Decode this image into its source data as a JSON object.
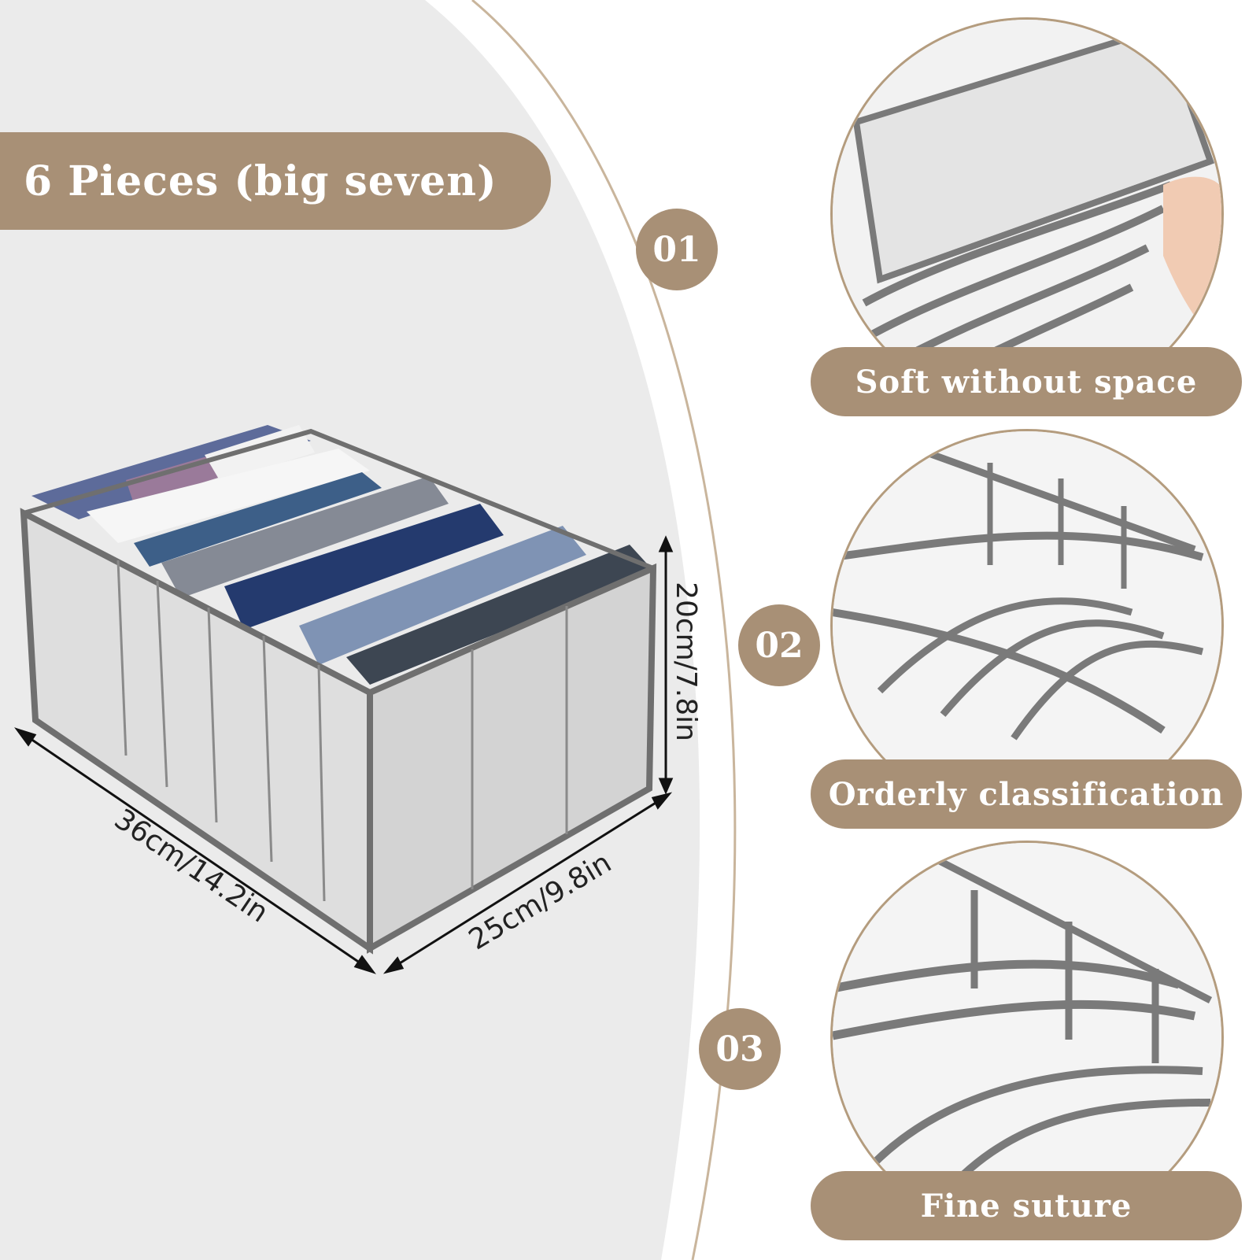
{
  "title": "6 Pieces (big seven)",
  "features": [
    {
      "number": "01",
      "label": "Soft without space"
    },
    {
      "number": "02",
      "label": "Orderly classification"
    },
    {
      "number": "03",
      "label": "Fine suture"
    }
  ],
  "dimensions": {
    "length": "36cm/14.2in",
    "width": "25cm/9.8in",
    "height": "20cm/7.8in"
  },
  "colors": {
    "accent": "#a89076",
    "background_panel": "#ebebeb",
    "frame_gray": "#6f6f6f"
  }
}
